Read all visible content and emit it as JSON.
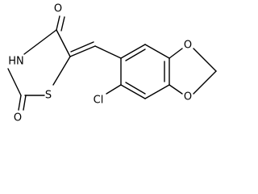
{
  "molecule": {
    "atoms": {
      "o_top": "O",
      "o_bottom": "O",
      "nh": "HN",
      "s": "S",
      "cl": "Cl",
      "o_ring1": "O",
      "o_ring2": "O"
    }
  },
  "colors": {
    "ink": "#000000",
    "background": "#ffffff"
  }
}
